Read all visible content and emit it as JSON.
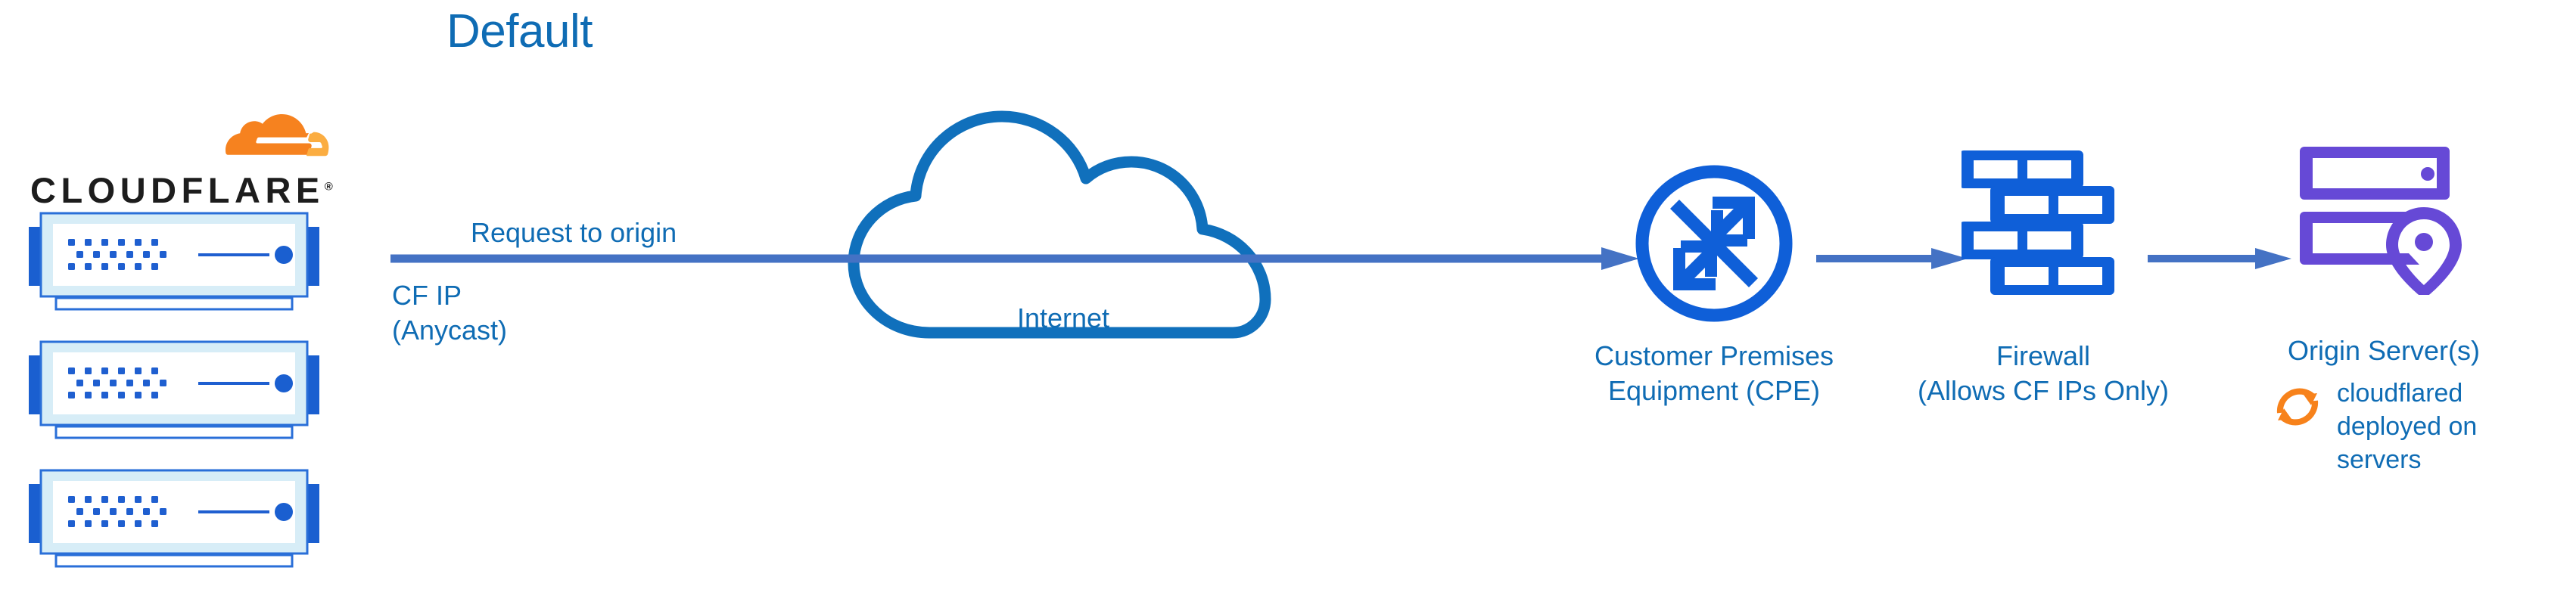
{
  "title": "Default",
  "colors": {
    "label_blue": "#0f6cb4",
    "icon_blue": "#0f5fd8",
    "arrow_blue": "#4472c4",
    "cloud_outline_blue": "#1070bc",
    "origin_purple": "#6649d6",
    "cloudflare_orange_dark": "#f6821f",
    "cloudflare_orange_light": "#fbad41",
    "wordmark_black": "#1d1d1d",
    "server_fill_light": "#d7edf7"
  },
  "brand": {
    "wordmark": "CLOUDFLARE",
    "registered_mark": "®",
    "logo_icon": "cloudflare-cloud-logo"
  },
  "servers": {
    "count": 3,
    "icon": "rack-server-icon",
    "units": [
      {
        "name": "cloudflare-edge-server-1"
      },
      {
        "name": "cloudflare-edge-server-2"
      },
      {
        "name": "cloudflare-edge-server-3"
      }
    ]
  },
  "flow": {
    "request_label": "Request to origin",
    "source_ip_label": "CF IP\n(Anycast)",
    "source_ip_line1": "CF IP",
    "source_ip_line2": "(Anycast)",
    "arrow_icon": "right-arrow-icon"
  },
  "nodes": {
    "internet": {
      "label": "Internet",
      "icon": "cloud-icon"
    },
    "cpe": {
      "label_line1": "Customer Premises",
      "label_line2": "Equipment (CPE)",
      "icon": "router-four-arrows-icon"
    },
    "firewall": {
      "label_line1": "Firewall",
      "label_line2": "(Allows CF IPs Only)",
      "icon": "brick-wall-icon"
    },
    "origin": {
      "label": "Origin Server(s)",
      "icon": "server-with-location-pin-icon",
      "note_icon": "sync-refresh-icon",
      "note_text": "cloudflared\ndeployed on\nservers"
    }
  }
}
